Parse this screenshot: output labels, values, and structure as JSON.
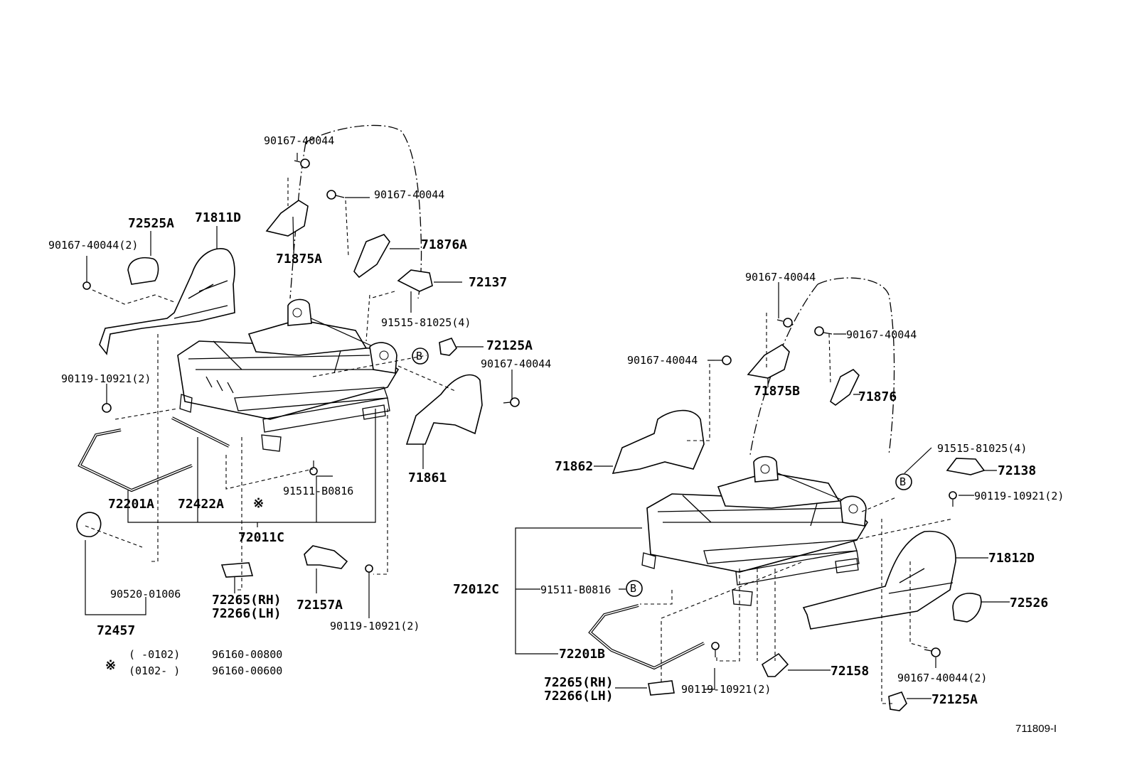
{
  "diagram": {
    "ref_code": "711809-I",
    "ref_mark": "B",
    "note_symbol": "※",
    "note_lines": [
      {
        "range": "(      -0102)",
        "part": "96160-00800"
      },
      {
        "range": "(0102-      )",
        "part": "96160-00600"
      }
    ],
    "left_assembly": {
      "labels": {
        "p72525A": "72525A",
        "p71811D": "71811D",
        "p90167_top": "90167-40044",
        "p90167_mid": "90167-40044",
        "p90167_left2": "90167-40044(2)",
        "p71875A": "71875A",
        "p71876A": "71876A",
        "p72137": "72137",
        "p91515": "91515-81025(4)",
        "p72125A": "72125A",
        "p90167_right": "90167-40044",
        "p90119_left": "90119-10921(2)",
        "p71861": "71861",
        "p72201A": "72201A",
        "p72422A": "72422A",
        "p91511": "91511-B0816",
        "p72011C": "72011C",
        "p90520": "90520-01006",
        "p72457": "72457",
        "p72265": "72265(RH)",
        "p72266": "72266(LH)",
        "p72157A": "72157A",
        "p90119_bottom": "90119-10921(2)"
      }
    },
    "right_assembly": {
      "labels": {
        "p90167_top": "90167-40044",
        "p90167_mid": "90167-40044",
        "p90167_left": "90167-40044",
        "p71875B": "71875B",
        "p71876": "71876",
        "p71862": "71862",
        "p91515": "91515-81025(4)",
        "p72138": "72138",
        "p90119_right": "90119-10921(2)",
        "p71812D": "71812D",
        "p72526": "72526",
        "p72012C": "72012C",
        "p91511": "91511-B0816",
        "p72201B": "72201B",
        "p72158": "72158",
        "p90167_bottom": "90167-40044(2)",
        "p72265": "72265(RH)",
        "p72266": "72266(LH)",
        "p90119_bottom": "90119-10921(2)",
        "p72125A": "72125A"
      }
    }
  }
}
